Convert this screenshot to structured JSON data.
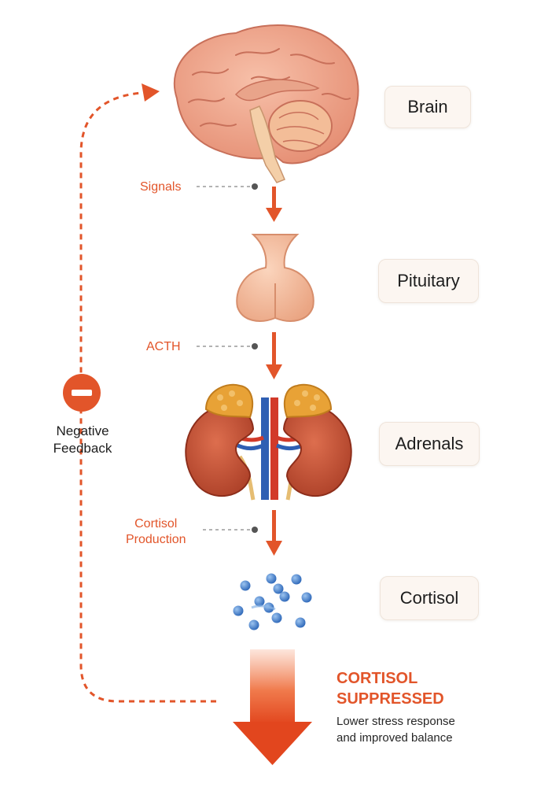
{
  "organs": {
    "brain": "Brain",
    "pituitary": "Pituitary",
    "adrenals": "Adrenals",
    "cortisol": "Cortisol"
  },
  "steps": {
    "signals": "Signals",
    "acth": "ACTH",
    "cortisol_production": [
      "Cortisol",
      "Production"
    ]
  },
  "feedback": {
    "line1": "Negative",
    "line2": "Feedback"
  },
  "suppressed": {
    "title_line1": "CORTISOL",
    "title_line2": "SUPPRESSED",
    "desc_line1": "Lower stress response",
    "desc_line2": "and improved balance"
  },
  "colors": {
    "accent": "#e2552a",
    "brain": "#f0a58c",
    "pituitary": "#f4bd9e",
    "kidney": "#c14e33",
    "adrenal_gland": "#e8a236",
    "artery": "#d23a2a",
    "vein": "#2f5fb3",
    "molecule": "#3f7fd0"
  },
  "icons": {
    "feedback": "minus-circle-icon",
    "organs": [
      "brain-icon",
      "pituitary-gland-icon",
      "adrenal-kidneys-icon",
      "cortisol-molecules-icon"
    ]
  }
}
